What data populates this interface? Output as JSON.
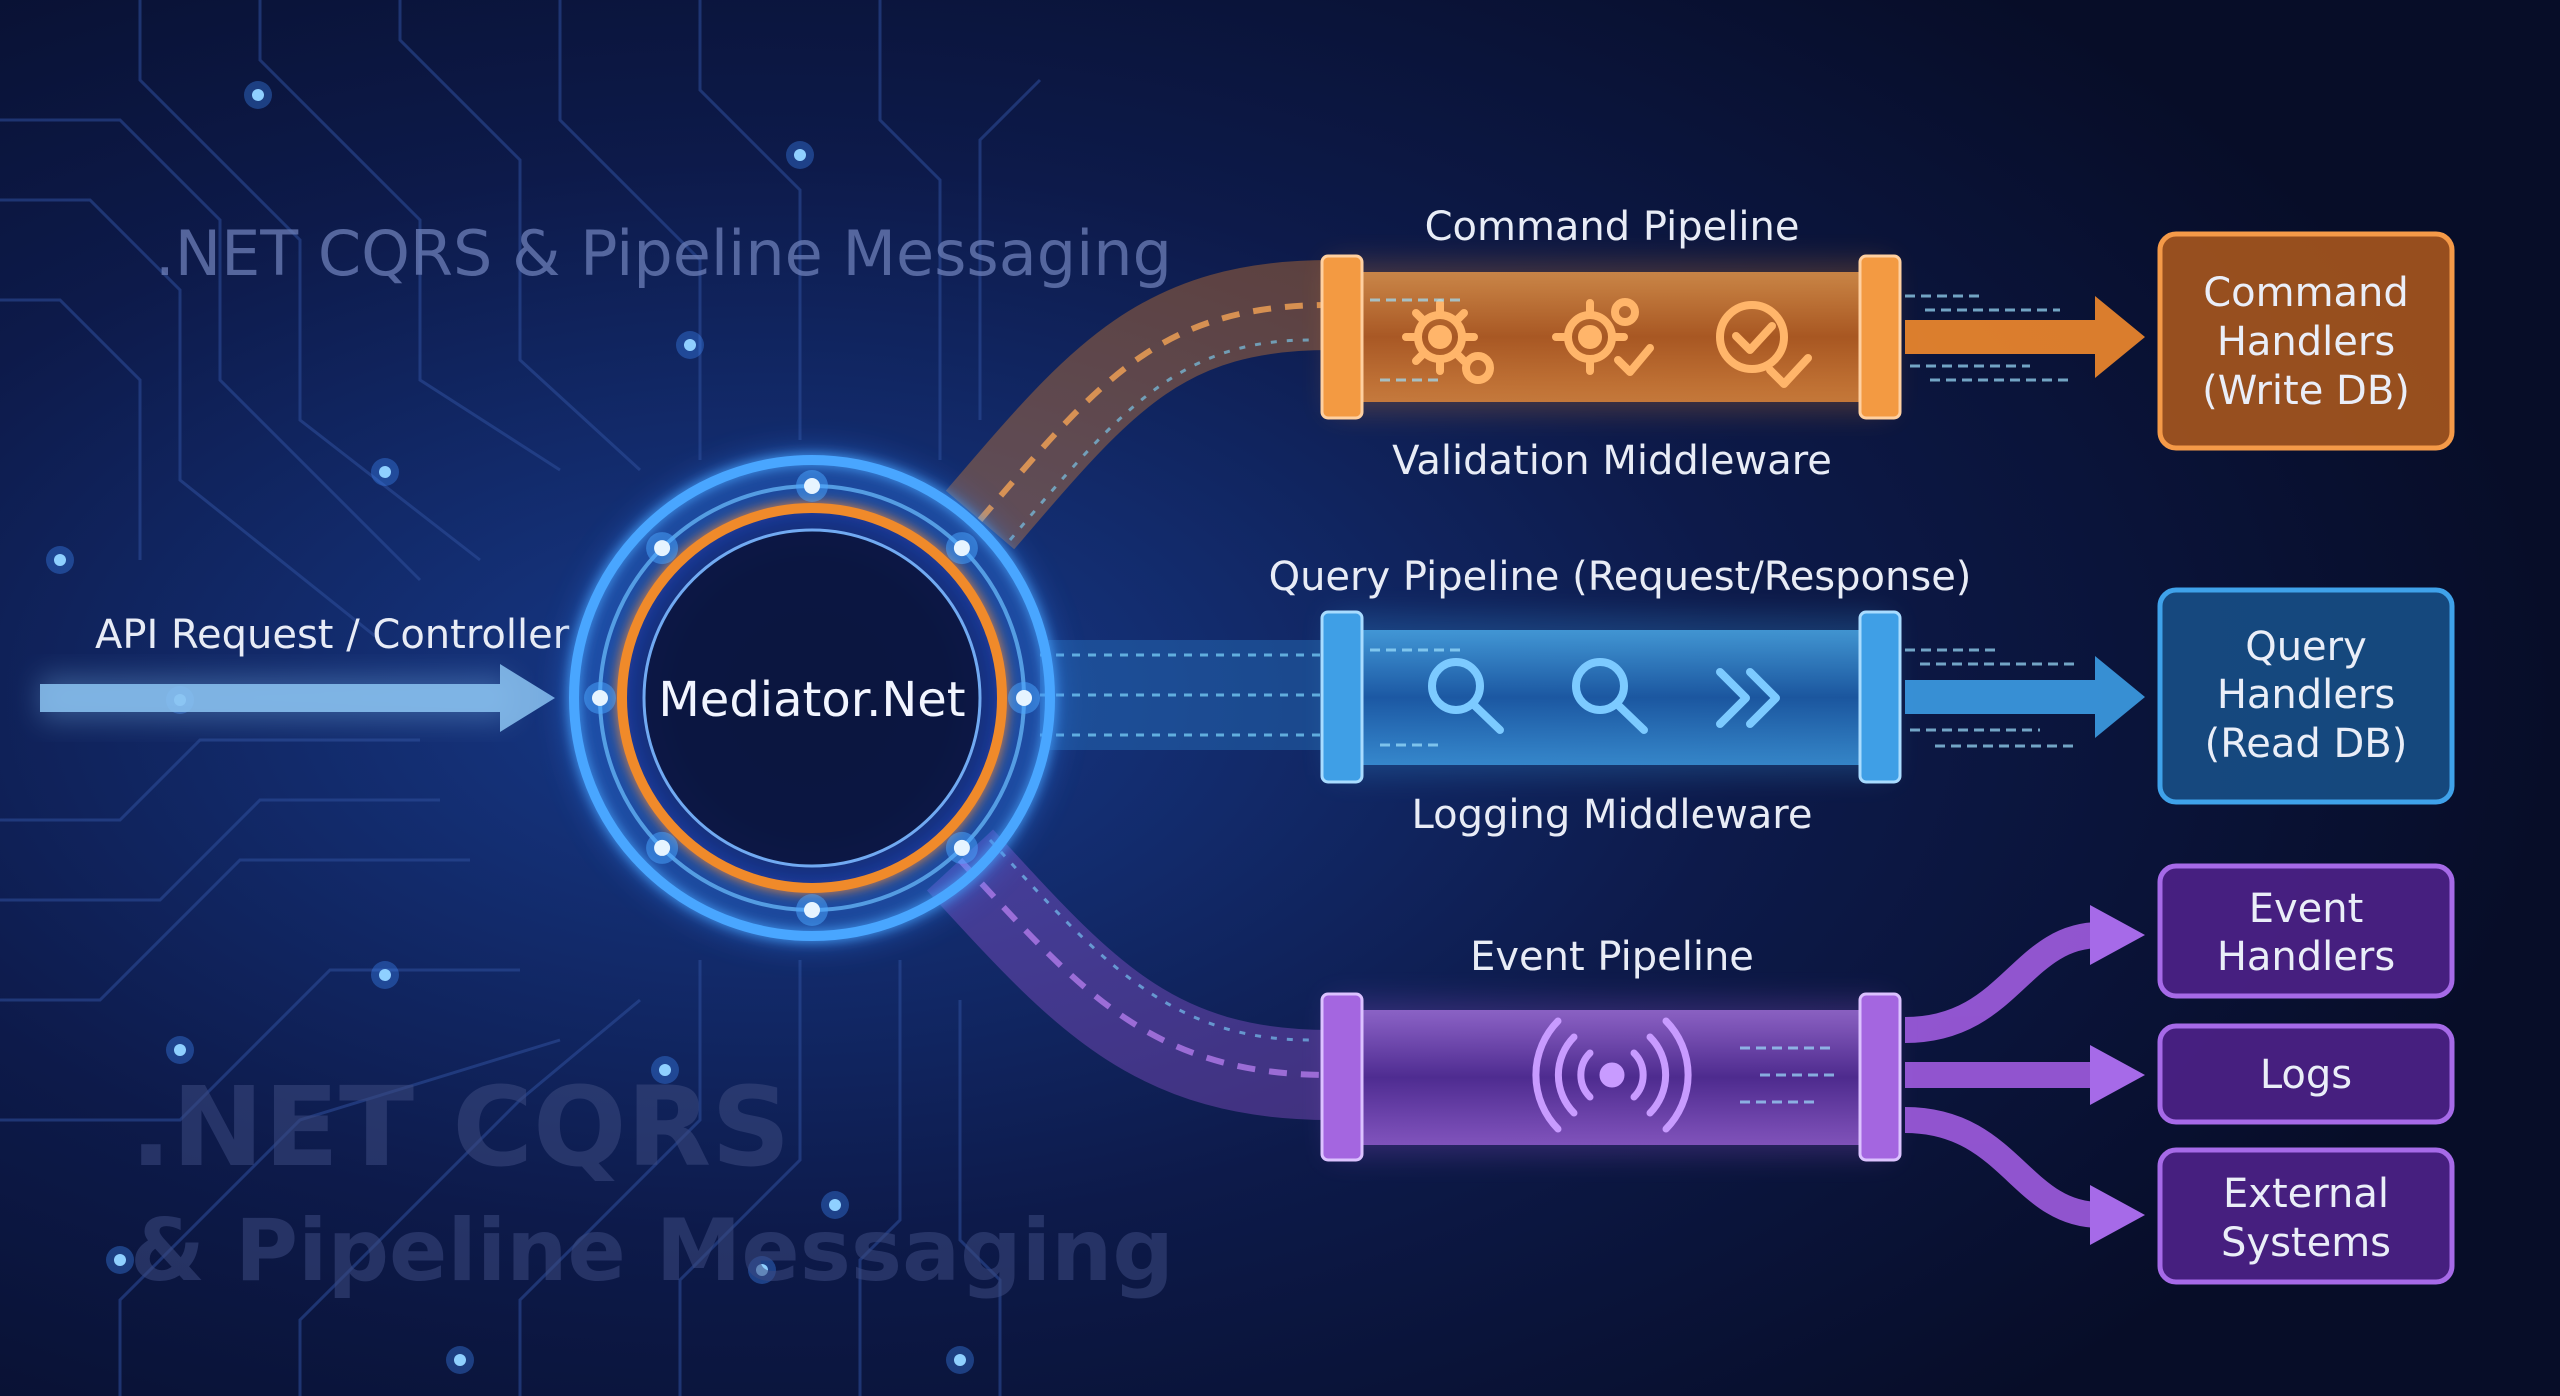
{
  "watermark": {
    "line1": ".NET CQRS & Pipeline Messaging",
    "big_line1": ".NET CQRS",
    "big_line2": "& Pipeline Messaging"
  },
  "input": {
    "label": "API Request / Controller"
  },
  "hub": {
    "label": "Mediator.Net"
  },
  "pipelines": {
    "command": {
      "title": "Command Pipeline",
      "caption": "Validation Middleware",
      "icons": [
        "gear-icon",
        "gear-check-icon",
        "check-circle-icon"
      ],
      "color": "#f08a2a"
    },
    "query": {
      "title": "Query Pipeline (Request/Response)",
      "caption": "Logging Middleware",
      "icons": [
        "magnifier-icon",
        "magnifier-icon",
        "double-chevron-icon"
      ],
      "color": "#3aa0e8"
    },
    "event": {
      "title": "Event Pipeline",
      "icons": [
        "broadcast-icon"
      ],
      "color": "#a05ce0"
    }
  },
  "outputs": {
    "command_handlers": {
      "lines": [
        "Command",
        "Handlers",
        "(Write DB)"
      ]
    },
    "query_handlers": {
      "lines": [
        "Query",
        "Handlers",
        "(Read DB)"
      ]
    },
    "event_handlers": {
      "lines": [
        "Event",
        "Handlers"
      ]
    },
    "logs": {
      "lines": [
        "Logs"
      ]
    },
    "external_systems": {
      "lines": [
        "External",
        "Systems"
      ]
    }
  },
  "colors": {
    "background": "#0a1233",
    "command": "#f08a2a",
    "query": "#3aa0e8",
    "event": "#a05ce0",
    "hub": "#4aa6ff"
  }
}
